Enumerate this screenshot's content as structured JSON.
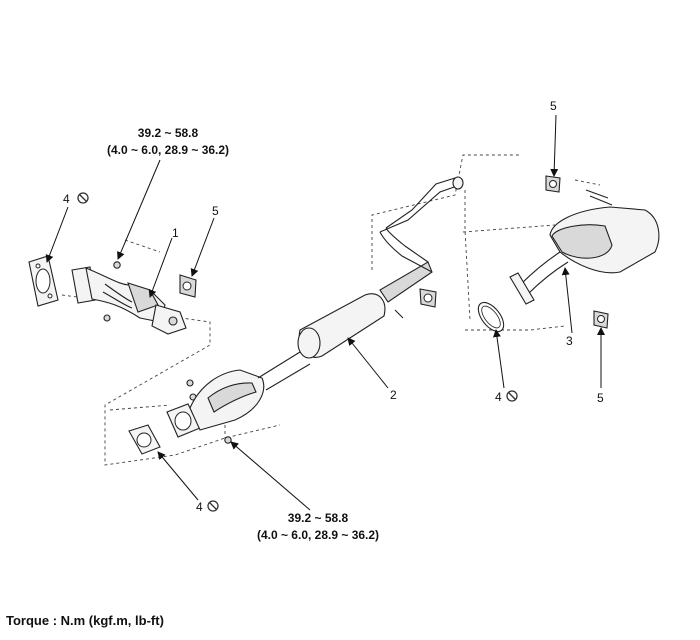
{
  "torque_callouts": [
    {
      "value": "39.2 ~ 58.8",
      "units": "(4.0 ~ 6.0, 28.9 ~ 36.2)"
    },
    {
      "value": "39.2 ~ 58.8",
      "units": "(4.0 ~ 6.0, 28.9 ~ 36.2)"
    }
  ],
  "part_labels": {
    "p1": "1",
    "p2": "2",
    "p3": "3",
    "p4a": "4",
    "p4b": "4",
    "p4c": "4",
    "p5a": "5",
    "p5b": "5",
    "p5c": "5"
  },
  "legend": "Torque : N.m (kgf.m, lb-ft)",
  "icons": {
    "no_reuse": "prohibition-circle-icon"
  }
}
